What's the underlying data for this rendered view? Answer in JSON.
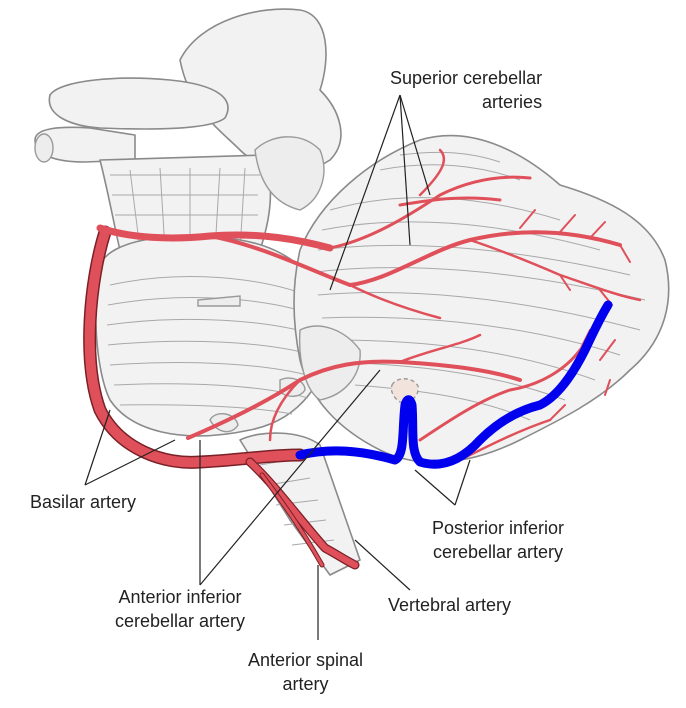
{
  "labels": {
    "superior_cerebellar": [
      "Superior cerebellar",
      "arteries"
    ],
    "basilar": "Basilar artery",
    "posterior_inferior": [
      "Posterior inferior",
      "cerebellar artery"
    ],
    "anterior_inferior": [
      "Anterior inferior",
      "cerebellar artery"
    ],
    "vertebral": "Vertebral artery",
    "anterior_spinal": [
      "Anterior spinal",
      "artery"
    ]
  },
  "colors": {
    "artery": "#e0505a",
    "highlight": "#0000ee",
    "outline": "#8a8a8a"
  }
}
